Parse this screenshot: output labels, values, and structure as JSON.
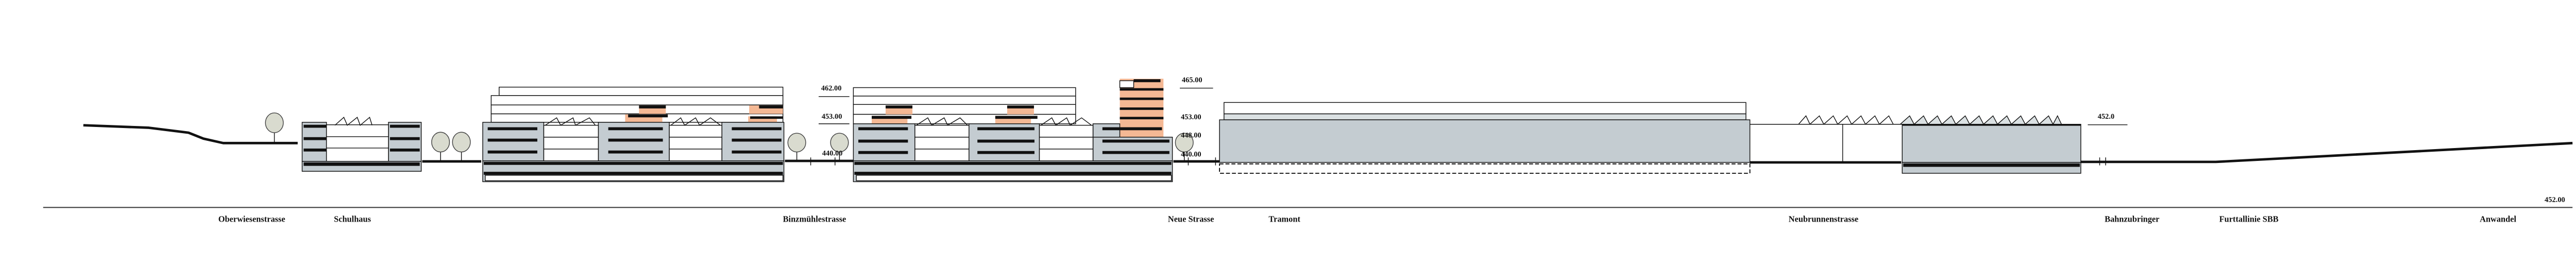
{
  "title": "Schnitt Binzmühlestrasse – Anwandel",
  "colors": {
    "building_section": "#c4ccd1",
    "upper_floors_highlight": "#f4b894",
    "tree": "#d9dbcf",
    "line": "#111111"
  },
  "levels": {
    "left": [
      "462.00",
      "453.00",
      "440.00"
    ],
    "right": [
      "465.00",
      "453.00",
      "448.00",
      "440.00"
    ],
    "neubrunnen": "452.0",
    "far_right": "452.00"
  },
  "street_labels": [
    "Oberwiesenstrasse",
    "Schulhaus",
    "Binzmühlestrasse",
    "Neue Strasse",
    "Tramont",
    "Neubrunnenstrasse",
    "Bahnzubringer",
    "Furttallinie SBB",
    "Anwandel"
  ]
}
